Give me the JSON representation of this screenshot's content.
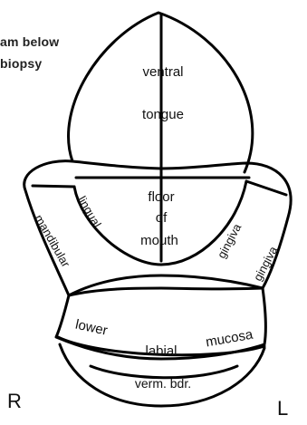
{
  "instructions": {
    "line1": "am below",
    "line2": "biopsy"
  },
  "regions": {
    "ventral_1": "ventral",
    "ventral_2": "tongue",
    "floor_1": "floor",
    "floor_2": "of",
    "floor_3": "mouth",
    "lingual": "lingual",
    "mandibular": "mandibular",
    "gingiva_upper": "gingiva",
    "gingiva_lower": "gingiva",
    "lower": "lower",
    "labial": "labial",
    "mucosa": "mucosa",
    "verm": "verm. bdr."
  },
  "orientation": {
    "right": "R",
    "left": "L"
  }
}
